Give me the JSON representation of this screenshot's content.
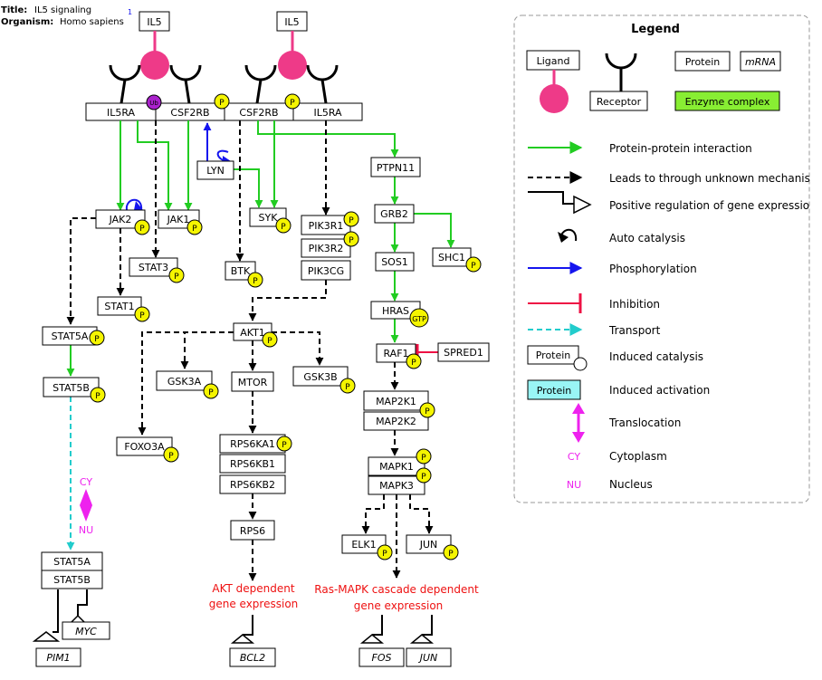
{
  "header": {
    "title_label": "Title:",
    "title_value": "IL5 signaling",
    "title_sup": "1",
    "organism_label": "Organism:",
    "organism_value": "Homo sapiens"
  },
  "colors": {
    "green": "#22cc22",
    "blue": "#1515ee",
    "red": "#ee1144",
    "cyan": "#22cccc",
    "magenta": "#ee22ee",
    "ligand": "#ee3a88",
    "phospho": "#f5f500",
    "enzyme": "#88ee33",
    "activation": "#99f5f5",
    "text_red": "#ee1111",
    "purple": "#aa22cc"
  },
  "nodes": {
    "il5_left": "IL5",
    "il5_right": "IL5",
    "il5ra_left": "IL5RA",
    "csf2rb_left": "CSF2RB",
    "csf2rb_right": "CSF2RB",
    "il5ra_right": "IL5RA",
    "lyn": "LYN",
    "ptpn11": "PTPN11",
    "jak2": "JAK2",
    "jak1": "JAK1",
    "syk": "SYK",
    "pik3r1": "PIK3R1",
    "pik3r2": "PIK3R2",
    "pik3cg": "PIK3CG",
    "grb2": "GRB2",
    "shc1": "SHC1",
    "stat3": "STAT3",
    "btk": "BTK",
    "sos1": "SOS1",
    "stat1": "STAT1",
    "hras": "HRAS",
    "stat5a": "STAT5A",
    "akt1": "AKT1",
    "raf1": "RAF1",
    "spred1": "SPRED1",
    "stat5b": "STAT5B",
    "gsk3a": "GSK3A",
    "mtor": "MTOR",
    "gsk3b": "GSK3B",
    "map2k1": "MAP2K1",
    "map2k2": "MAP2K2",
    "foxo3a": "FOXO3A",
    "rps6ka1": "RPS6KA1",
    "mapk1": "MAPK1",
    "rps6kb1": "RPS6KB1",
    "mapk3": "MAPK3",
    "rps6kb2": "RPS6KB2",
    "rps6": "RPS6",
    "elk1": "ELK1",
    "jun": "JUN",
    "stat5a_complex": "STAT5A",
    "stat5b_complex": "STAT5B",
    "myc": "MYC",
    "pim1": "PIM1",
    "bcl2": "BCL2",
    "fos": "FOS",
    "jun_gene": "JUN"
  },
  "badges": {
    "p": "P",
    "gtp": "GTP",
    "ub": "Ub"
  },
  "labels": {
    "cy": "CY",
    "nu": "NU",
    "akt_expr_1": "AKT dependent",
    "akt_expr_2": "gene expression",
    "ras_expr_1": "Ras-MAPK cascade dependent",
    "ras_expr_2": "gene expression"
  },
  "legend": {
    "title": "Legend",
    "ligand": "Ligand",
    "receptor": "Receptor",
    "protein": "Protein",
    "mrna": "mRNA",
    "enzyme_complex": "Enzyme complex",
    "ppi": "Protein-protein interaction",
    "leads_to": "Leads to through unknown mechanis",
    "pos_reg": "Positive regulation of gene expressio",
    "auto_cat": "Auto catalysis",
    "phosphorylation": "Phosphorylation",
    "inhibition": "Inhibition",
    "transport": "Transport",
    "induced_catalysis": "Induced catalysis",
    "induced_catalysis_box": "Protein",
    "induced_activation": "Induced activation",
    "induced_activation_box": "Protein",
    "translocation": "Translocation",
    "cytoplasm_code": "CY",
    "cytoplasm": "Cytoplasm",
    "nucleus_code": "NU",
    "nucleus": "Nucleus"
  }
}
